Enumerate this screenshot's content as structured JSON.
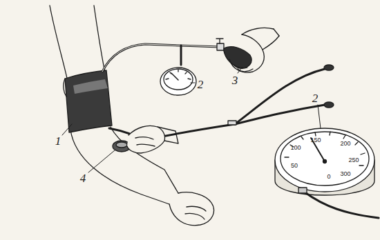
{
  "diagram": {
    "labels": [
      "1",
      "2",
      "3",
      "4",
      "2",
      "100",
      "150",
      "200",
      "50",
      "250",
      "0",
      "300"
    ]
  }
}
